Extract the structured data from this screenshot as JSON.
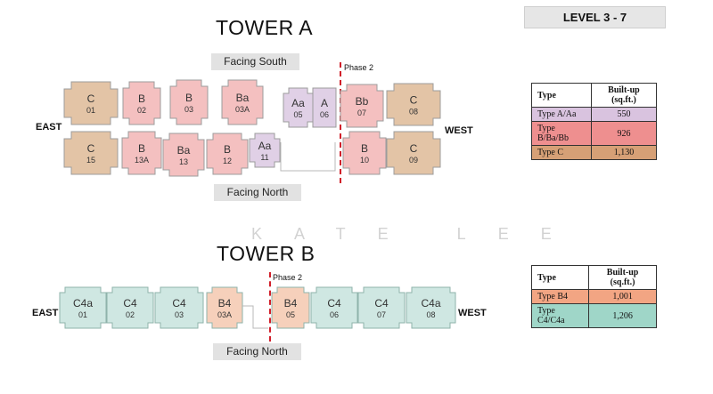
{
  "level": "LEVEL 3 - 7",
  "watermark": "KATE LEE",
  "tower_a": {
    "title": "TOWER A",
    "facing_top": "Facing South",
    "facing_bottom": "Facing North",
    "east": "EAST",
    "west": "WEST",
    "phase": "Phase 2",
    "units": [
      {
        "type": "C",
        "no": "01",
        "color": "#e3c4a6"
      },
      {
        "type": "B",
        "no": "02",
        "color": "#f4c0c0"
      },
      {
        "type": "B",
        "no": "03",
        "color": "#f4c0c0"
      },
      {
        "type": "Ba",
        "no": "03A",
        "color": "#f4c0c0"
      },
      {
        "type": "Aa",
        "no": "05",
        "color": "#e0d0e6"
      },
      {
        "type": "A",
        "no": "06",
        "color": "#e0d0e6"
      },
      {
        "type": "Bb",
        "no": "07",
        "color": "#f4c0c0"
      },
      {
        "type": "C",
        "no": "08",
        "color": "#e3c4a6"
      },
      {
        "type": "C",
        "no": "15",
        "color": "#e3c4a6"
      },
      {
        "type": "B",
        "no": "13A",
        "color": "#f4c0c0"
      },
      {
        "type": "Ba",
        "no": "13",
        "color": "#f4c0c0"
      },
      {
        "type": "B",
        "no": "12",
        "color": "#f4c0c0"
      },
      {
        "type": "Aa",
        "no": "11",
        "color": "#e0d0e6"
      },
      {
        "type": "B",
        "no": "10",
        "color": "#f4c0c0"
      },
      {
        "type": "C",
        "no": "09",
        "color": "#e3c4a6"
      }
    ],
    "legend": {
      "col_type": "Type",
      "col_area": "Built-up (sq.ft.)",
      "rows": [
        {
          "type": "Type A/Aa",
          "value": "550",
          "color": "#d9c3df"
        },
        {
          "type": "Type B/Ba/Bb",
          "value": "926",
          "color": "#ee8f8f"
        },
        {
          "type": "Type C",
          "value": "1,130",
          "color": "#d6a076"
        }
      ]
    }
  },
  "tower_b": {
    "title": "TOWER B",
    "facing_bottom": "Facing North",
    "east": "EAST",
    "west": "WEST",
    "phase": "Phase 2",
    "units": [
      {
        "type": "C4a",
        "no": "01",
        "color": "#cfe7e2"
      },
      {
        "type": "C4",
        "no": "02",
        "color": "#cfe7e2"
      },
      {
        "type": "C4",
        "no": "03",
        "color": "#cfe7e2"
      },
      {
        "type": "B4",
        "no": "03A",
        "color": "#f6d0bb"
      },
      {
        "type": "B4",
        "no": "05",
        "color": "#f6d0bb"
      },
      {
        "type": "C4",
        "no": "06",
        "color": "#cfe7e2"
      },
      {
        "type": "C4",
        "no": "07",
        "color": "#cfe7e2"
      },
      {
        "type": "C4a",
        "no": "08",
        "color": "#cfe7e2"
      }
    ],
    "legend": {
      "col_type": "Type",
      "col_area": "Built-up (sq.ft.)",
      "rows": [
        {
          "type": "Type B4",
          "value": "1,001",
          "color": "#f2a583"
        },
        {
          "type": "Type C4/C4a",
          "value": "1,206",
          "color": "#9fd6c8"
        }
      ]
    }
  }
}
